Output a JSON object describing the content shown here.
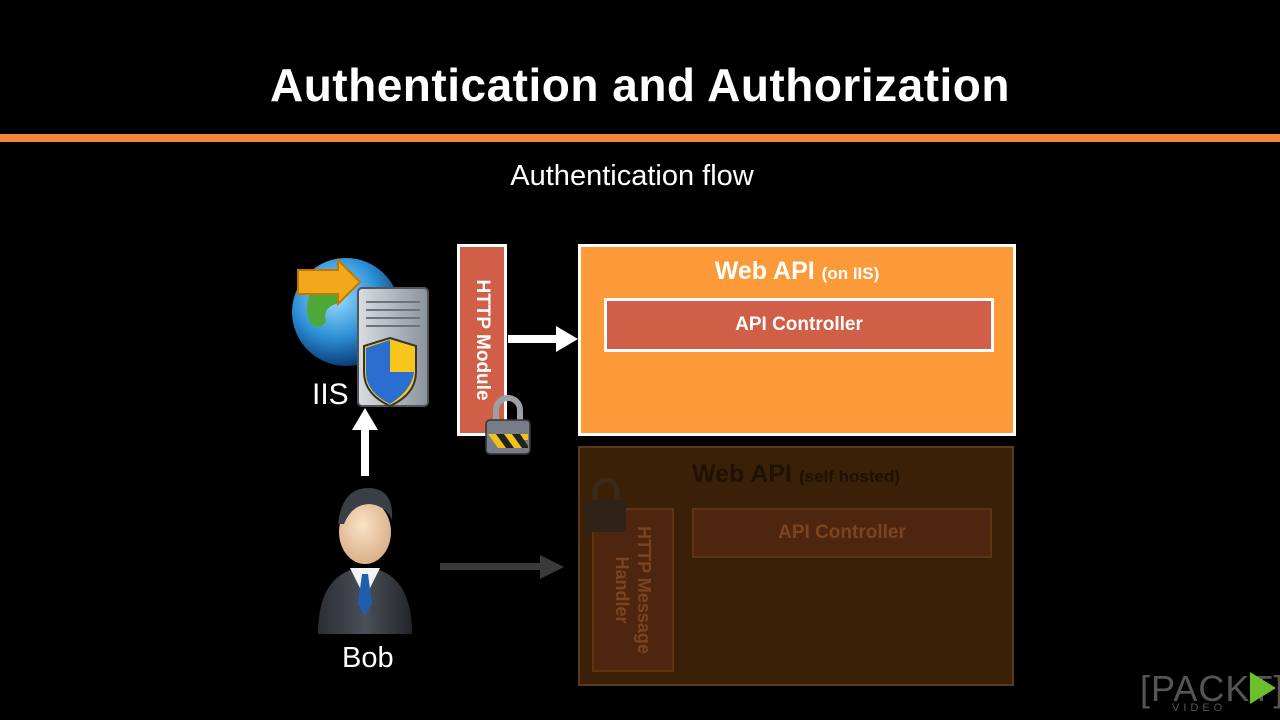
{
  "slide": {
    "title": "Authentication and Authorization",
    "subtitle": "Authentication flow"
  },
  "iis": {
    "label": "IIS"
  },
  "user": {
    "label": "Bob"
  },
  "http_module": {
    "label": "HTTP Module"
  },
  "web_api_iis": {
    "title": "Web API",
    "qualifier": "(on IIS)",
    "controller": "API Controller"
  },
  "web_api_self": {
    "title": "Web API",
    "qualifier": "(self hosted)",
    "controller": "API Controller",
    "handler": "HTTP Message Handler"
  },
  "logo": {
    "text": "[PACKT]",
    "sub": "VIDEO"
  },
  "colors": {
    "accent": "#f5873a",
    "box": "#fc9938",
    "controller": "#d15f47"
  }
}
